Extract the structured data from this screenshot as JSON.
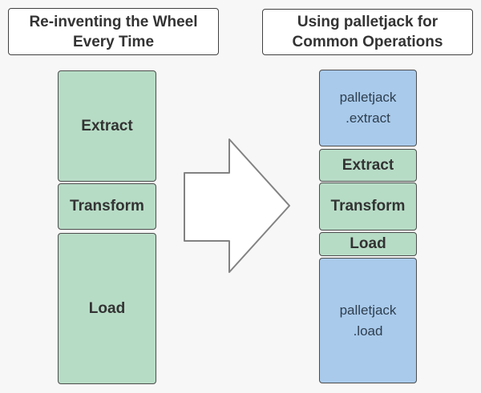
{
  "diagram": {
    "left": {
      "title": "Re-inventing the Wheel Every Time",
      "steps": [
        {
          "label": "Extract"
        },
        {
          "label": "Transform"
        },
        {
          "label": "Load"
        }
      ]
    },
    "right": {
      "title": "Using palletjack for Common Operations",
      "steps": [
        {
          "label": "palletjack .extract"
        },
        {
          "label": "Extract"
        },
        {
          "label": "Transform"
        },
        {
          "label": "Load"
        },
        {
          "label": "palletjack .load"
        }
      ]
    },
    "arrow_icon": "right-block-arrow"
  },
  "colors": {
    "background": "#f7f7f7",
    "title_fill": "#ffffff",
    "title_border": "#404040",
    "box_green": "#b7dcc6",
    "box_blue": "#a9caeb",
    "box_border": "#4d4d4d",
    "text": "#333333",
    "palletjack_text": "#2e3e4e",
    "arrow_fill": "#ffffff",
    "arrow_stroke": "#828282"
  }
}
